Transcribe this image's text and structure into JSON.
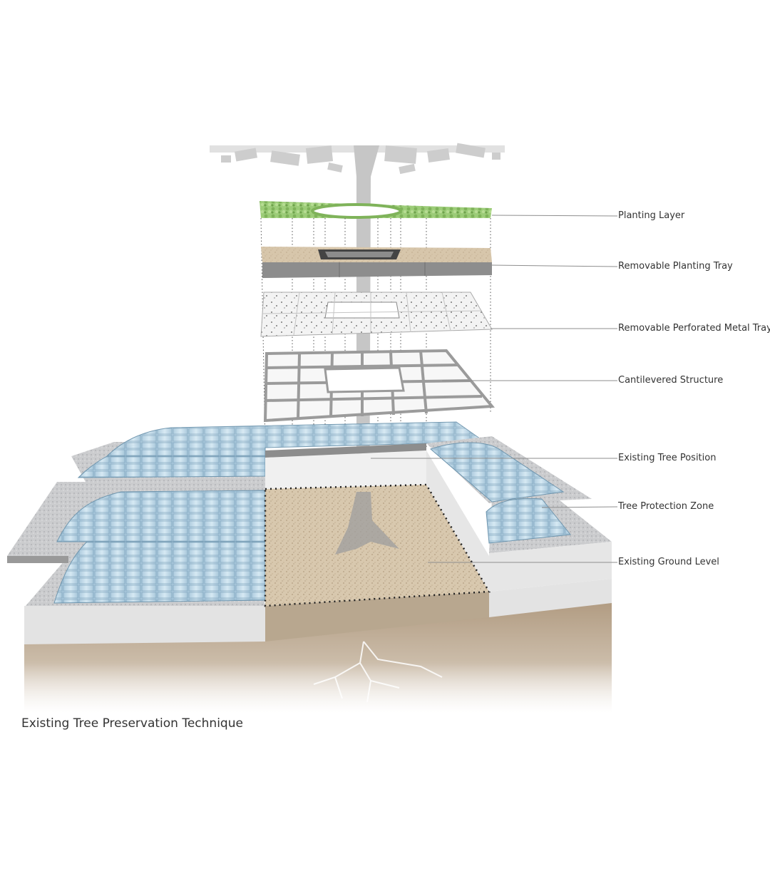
{
  "caption": "Existing Tree Preservation Technique",
  "labels": [
    "Planting Layer",
    "Removable Planting Tray",
    "Removable Perforated Metal Tray",
    "Cantilevered Structure",
    "Existing Tree Position",
    "Tree Protection Zone",
    "Existing Ground  Level"
  ],
  "colors": {
    "soil": "#b9a48c",
    "gravel": "#d8c7ad",
    "concrete": "#e4e4e4",
    "paving": "#cfd0d2",
    "glass": "#bcd9ea",
    "tree": "#c4c4c4",
    "greenery": "#8cbf6a",
    "leader": "#9a9a9a"
  }
}
